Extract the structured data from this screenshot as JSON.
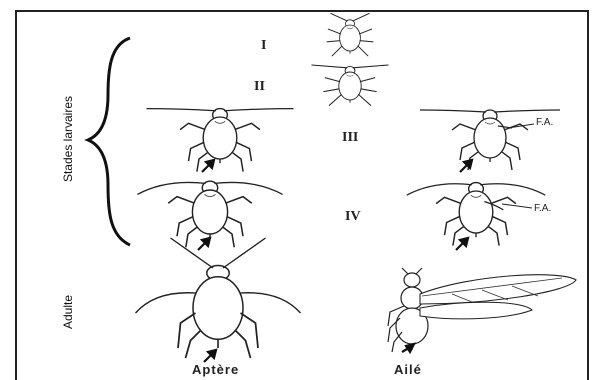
{
  "labels": {
    "stages_label": "Stades larvaires",
    "adult_label": "Adulte",
    "stage_1": "I",
    "stage_2": "II",
    "stage_3": "III",
    "stage_4": "IV",
    "fa_3": "F.A.",
    "fa_4": "F.A.",
    "apterous": "Aptère",
    "winged": "Ailé"
  },
  "icons": {
    "larva": "aphid-larva-icon",
    "adult_apterous": "aphid-apterous-icon",
    "adult_winged": "aphid-winged-icon",
    "arrow": "cauda-arrow-icon",
    "brace": "brace-icon"
  }
}
